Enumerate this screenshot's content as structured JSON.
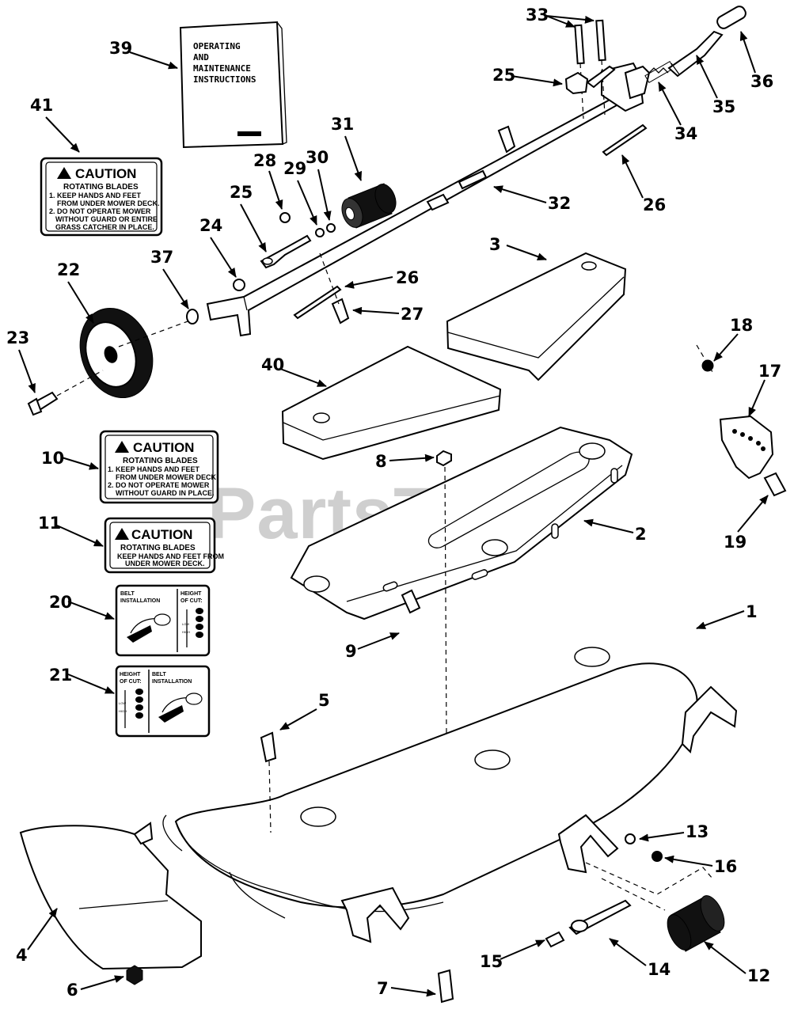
{
  "watermark": "PartsTree",
  "manual": {
    "lines": [
      "OPERATING",
      "AND",
      "MAINTENANCE",
      "INSTRUCTIONS"
    ]
  },
  "decal_41": {
    "heading": "CAUTION",
    "subheading": "ROTATING BLADES",
    "lines": [
      "1. KEEP HANDS AND FEET",
      "FROM UNDER MOWER DECK.",
      "2. DO NOT OPERATE MOWER",
      "WITHOUT GUARD OR ENTIRE",
      "GRASS CATCHER IN PLACE."
    ]
  },
  "decal_10": {
    "heading": "CAUTION",
    "subheading": "ROTATING BLADES",
    "lines": [
      "1. KEEP HANDS AND FEET",
      "FROM UNDER MOWER DECK",
      "2. DO NOT OPERATE MOWER",
      "WITHOUT GUARD IN PLACE."
    ]
  },
  "decal_11": {
    "heading": "CAUTION",
    "subheading": "ROTATING BLADES",
    "lines": [
      "KEEP HANDS AND FEET FROM",
      "UNDER MOWER DECK."
    ]
  },
  "decal_20": {
    "belt_title": [
      "BELT",
      "INSTALLATION"
    ],
    "height_title": [
      "HEIGHT",
      "OF CUT:"
    ],
    "scale_low": "LOW",
    "scale_high": "HIGH"
  },
  "decal_21": {
    "height_title": [
      "HEIGHT",
      "OF CUT:"
    ],
    "belt_title": [
      "BELT",
      "INSTALLATION"
    ],
    "scale_low": "LOW",
    "scale_high": "HIGH"
  },
  "callouts": [
    "1",
    "2",
    "3",
    "4",
    "5",
    "6",
    "7",
    "8",
    "9",
    "10",
    "11",
    "12",
    "13",
    "14",
    "15",
    "16",
    "17",
    "18",
    "19",
    "20",
    "21",
    "22",
    "23",
    "24",
    "25",
    "25",
    "26",
    "26",
    "27",
    "28",
    "29",
    "30",
    "31",
    "32",
    "33",
    "34",
    "35",
    "36",
    "37",
    "39",
    "40",
    "41"
  ]
}
